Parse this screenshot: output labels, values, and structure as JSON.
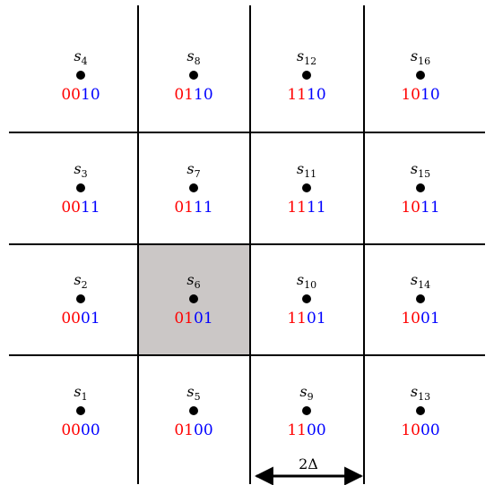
{
  "colors": {
    "first_bits": "#ff0000",
    "last_bits": "#0000ff",
    "highlight": "#cbc7c6",
    "grid": "#000000",
    "point": "#000000"
  },
  "highlighted_symbol": "6",
  "symbols": [
    {
      "letter": "s",
      "index": "4",
      "first_bits": "00",
      "last_bits": "10"
    },
    {
      "letter": "s",
      "index": "8",
      "first_bits": "01",
      "last_bits": "10"
    },
    {
      "letter": "s",
      "index": "12",
      "first_bits": "11",
      "last_bits": "10"
    },
    {
      "letter": "s",
      "index": "16",
      "first_bits": "10",
      "last_bits": "10"
    },
    {
      "letter": "s",
      "index": "3",
      "first_bits": "00",
      "last_bits": "11"
    },
    {
      "letter": "s",
      "index": "7",
      "first_bits": "01",
      "last_bits": "11"
    },
    {
      "letter": "s",
      "index": "11",
      "first_bits": "11",
      "last_bits": "11"
    },
    {
      "letter": "s",
      "index": "15",
      "first_bits": "10",
      "last_bits": "11"
    },
    {
      "letter": "s",
      "index": "2",
      "first_bits": "00",
      "last_bits": "01"
    },
    {
      "letter": "s",
      "index": "6",
      "first_bits": "01",
      "last_bits": "01"
    },
    {
      "letter": "s",
      "index": "10",
      "first_bits": "11",
      "last_bits": "01"
    },
    {
      "letter": "s",
      "index": "14",
      "first_bits": "10",
      "last_bits": "01"
    },
    {
      "letter": "s",
      "index": "1",
      "first_bits": "00",
      "last_bits": "00"
    },
    {
      "letter": "s",
      "index": "5",
      "first_bits": "01",
      "last_bits": "00"
    },
    {
      "letter": "s",
      "index": "9",
      "first_bits": "11",
      "last_bits": "00"
    },
    {
      "letter": "s",
      "index": "13",
      "first_bits": "10",
      "last_bits": "00"
    }
  ],
  "spacing_label": "2Δ"
}
